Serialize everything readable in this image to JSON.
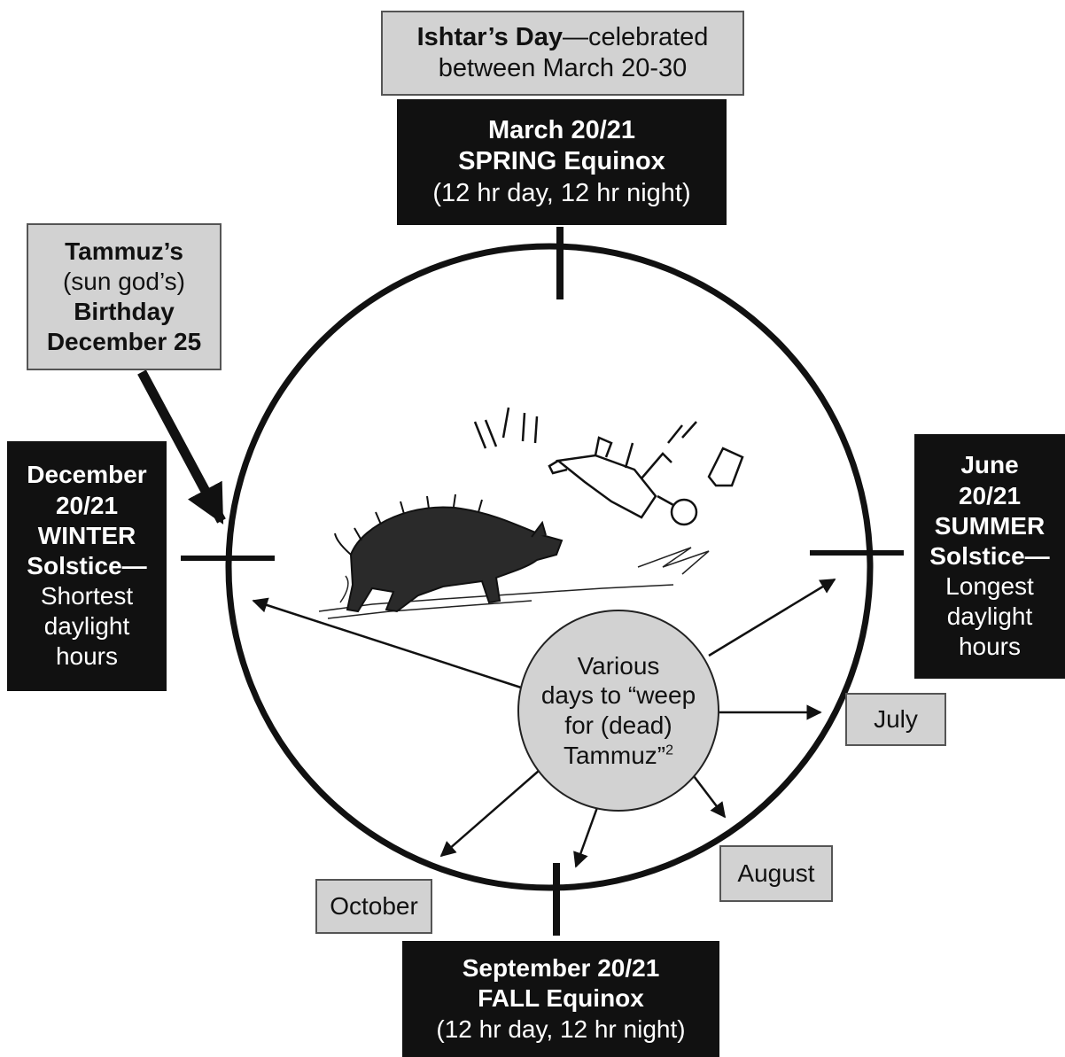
{
  "ishtar": {
    "title": "Ishtar’s Day",
    "rest": "—celebrated",
    "line2": "between March 20-30"
  },
  "spring": {
    "date": "March 20/21",
    "name": "SPRING Equinox",
    "detail": "(12 hr day, 12 hr night)"
  },
  "tammuz_birthday": {
    "line1": "Tammuz’s",
    "line2": "(sun god’s)",
    "line3": "Birthday",
    "line4": "December 25"
  },
  "winter": {
    "line1": "December",
    "line2": "20/21",
    "line3": "WINTER",
    "line4": "Solstice—",
    "line5": "Shortest",
    "line6": "daylight",
    "line7": "hours"
  },
  "summer": {
    "line1": "June",
    "line2": "20/21",
    "line3": "SUMMER",
    "line4": "Solstice—",
    "line5": "Longest",
    "line6": "daylight",
    "line7": "hours"
  },
  "fall": {
    "date": "September 20/21",
    "name": "FALL Equinox",
    "detail": "(12 hr day, 12 hr night)"
  },
  "weep": {
    "line1": "Various",
    "line2": "days to “weep",
    "line3": "for  (dead)",
    "line4": "Tammuz”",
    "footnote": "2"
  },
  "months": {
    "july": "July",
    "august": "August",
    "october": "October"
  },
  "colors": {
    "dark_box": "#111111",
    "light_box": "#d2d2d2",
    "line": "#111111"
  },
  "icons": [
    "boar-illustration",
    "falling-man-illustration"
  ]
}
